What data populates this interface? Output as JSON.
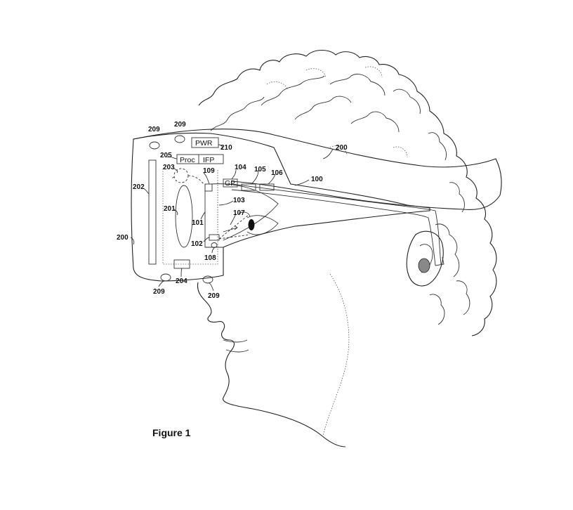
{
  "figure": {
    "caption": "Figure 1",
    "box_labels": {
      "pwr": "PWR",
      "proc": "Proc",
      "ifp": "IFP",
      "gp": "GP"
    },
    "reference_numerals": {
      "r209a": "209",
      "r209b": "209",
      "r209c": "209",
      "r209d": "209",
      "r210": "210",
      "r205": "205",
      "r203": "203",
      "r109": "109",
      "r104": "104",
      "r105": "105",
      "r106": "106",
      "r100": "100",
      "r200a": "200",
      "r200b": "200",
      "r202": "202",
      "r201": "201",
      "r101": "101",
      "r103": "103",
      "r107": "107",
      "r102": "102",
      "r108": "108",
      "r204": "204"
    }
  }
}
